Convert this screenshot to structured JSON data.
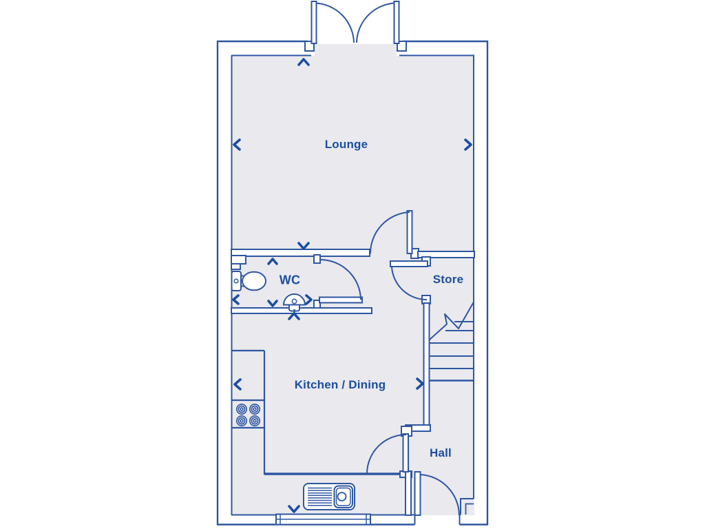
{
  "colors": {
    "line": "#2e56a0",
    "text": "#1b4e9e",
    "floor": "#e9e9ee",
    "wall_fill": "#ffffff",
    "background": "#ffffff"
  },
  "rooms": {
    "lounge": {
      "label": "Lounge"
    },
    "wc": {
      "label": "WC"
    },
    "store": {
      "label": "Store"
    },
    "kitchen_dining": {
      "label": "Kitchen / Dining"
    },
    "hall": {
      "label": "Hall"
    }
  },
  "fixtures": {
    "french_doors": "double entrance doors (top, opening outward)",
    "lounge_door": "door from hallway into lounge",
    "wc_door": "door into WC",
    "store_door": "door into store",
    "kitchen_hall_door": "door between kitchen/dining and hall",
    "front_door": "front door into hall (bottom)",
    "staircase": "stairs with break line",
    "toilet": "WC toilet",
    "basin": "WC basin",
    "hob": "4-ring hob on worktop",
    "sink": "kitchen sink with drainer",
    "window": "window in bottom wall"
  }
}
